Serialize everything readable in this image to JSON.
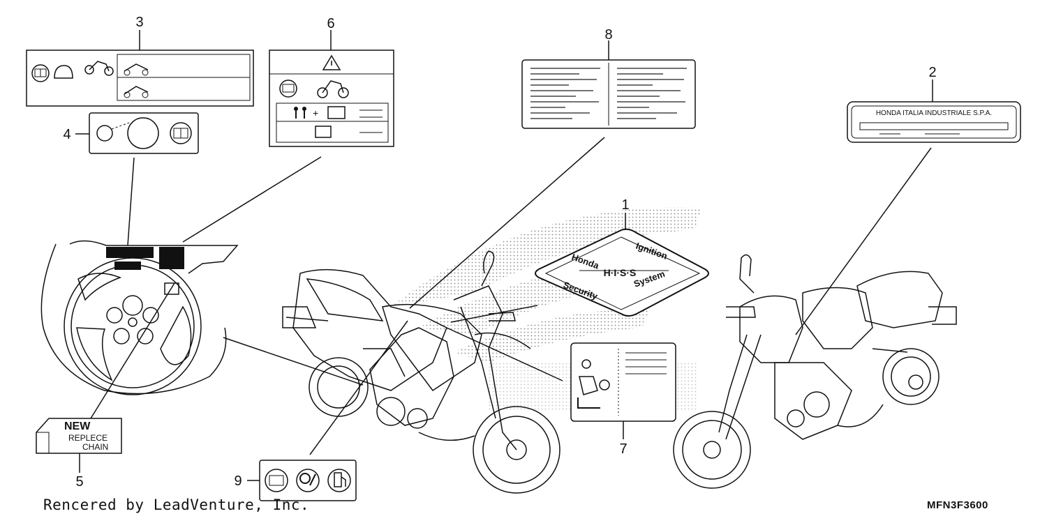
{
  "callouts": [
    {
      "id": "callout-1",
      "number": "1"
    },
    {
      "id": "callout-2",
      "number": "2"
    },
    {
      "id": "callout-3",
      "number": "3"
    },
    {
      "id": "callout-4",
      "number": "4"
    },
    {
      "id": "callout-5",
      "number": "5"
    },
    {
      "id": "callout-6",
      "number": "6"
    },
    {
      "id": "callout-7",
      "number": "7"
    },
    {
      "id": "callout-8",
      "number": "8"
    },
    {
      "id": "callout-9",
      "number": "9"
    }
  ],
  "labels": {
    "plate_text": "HONDA ITALIA INDUSTRIALE S.P.A.",
    "chain_new": "NEW",
    "chain_replace": "REPLECE",
    "chain_chain": "CHAIN",
    "his_honda": "Honda",
    "his_ignition": "Ignition",
    "his_letters": "H·I·S·S",
    "his_security": "Security",
    "his_system": "System"
  },
  "footer": {
    "rendered_by": "Rencered by LeadVenture, Inc.",
    "diagram_code": "MFN3F3600"
  }
}
